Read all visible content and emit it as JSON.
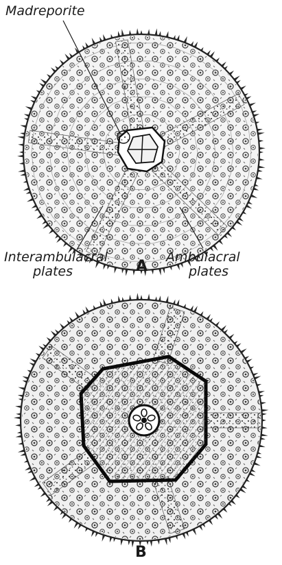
{
  "figure": {
    "panel_a": {
      "caption": "A",
      "labels": {
        "madreporite": "Madreporite",
        "interambulacral_line1": "Interambulacral",
        "interambulacral_line2": "plates",
        "ambulacral_line1": "Ambulacral",
        "ambulacral_line2": "plates"
      }
    },
    "panel_b": {
      "caption": "B"
    },
    "colors": {
      "ink": "#1a1a1a",
      "paper": "#ffffff",
      "shade": "#7a7a7a"
    }
  }
}
